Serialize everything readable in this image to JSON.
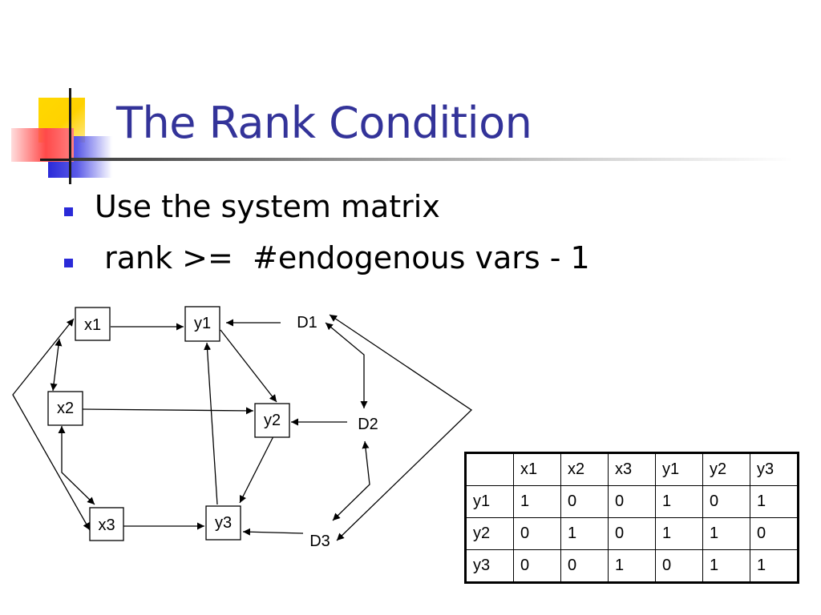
{
  "title": "The Rank Condition",
  "bullets": [
    {
      "text": "Use the system matrix"
    },
    {
      "text": " rank >=  #endogenous vars - 1"
    }
  ],
  "diagram": {
    "nodes": {
      "x1": "x1",
      "x2": "x2",
      "x3": "x3",
      "y1": "y1",
      "y2": "y2",
      "y3": "y3",
      "D1": "D1",
      "D2": "D2",
      "D3": "D3"
    },
    "edges": [
      {
        "from": "x1",
        "to": "y1"
      },
      {
        "from": "x2",
        "to": "y2"
      },
      {
        "from": "x3",
        "to": "y3"
      },
      {
        "from": "y1",
        "to": "y2"
      },
      {
        "from": "y2",
        "to": "y3"
      },
      {
        "from": "y3",
        "to": "y1"
      },
      {
        "from": "D1",
        "to": "y1"
      },
      {
        "from": "D2",
        "to": "y2"
      },
      {
        "from": "D3",
        "to": "y3"
      },
      {
        "from": "x1",
        "to": "x2",
        "bidirectional": true
      },
      {
        "from": "x2",
        "to": "x3",
        "bidirectional": true
      },
      {
        "from": "x1",
        "to": "x3",
        "bidirectional": true
      },
      {
        "from": "D1",
        "to": "D2",
        "bidirectional": true
      },
      {
        "from": "D2",
        "to": "D3",
        "bidirectional": true
      },
      {
        "from": "D1",
        "to": "D3",
        "bidirectional": true
      }
    ]
  },
  "matrix": {
    "columns": [
      "",
      "x1",
      "x2",
      "x3",
      "y1",
      "y2",
      "y3"
    ],
    "rows": [
      [
        "y1",
        "1",
        "0",
        "0",
        "1",
        "0",
        "1"
      ],
      [
        "y2",
        "0",
        "1",
        "0",
        "1",
        "1",
        "0"
      ],
      [
        "y3",
        "0",
        "0",
        "1",
        "0",
        "1",
        "1"
      ]
    ]
  },
  "colors": {
    "title": "#333399",
    "bullet": "#2a2ad8"
  }
}
